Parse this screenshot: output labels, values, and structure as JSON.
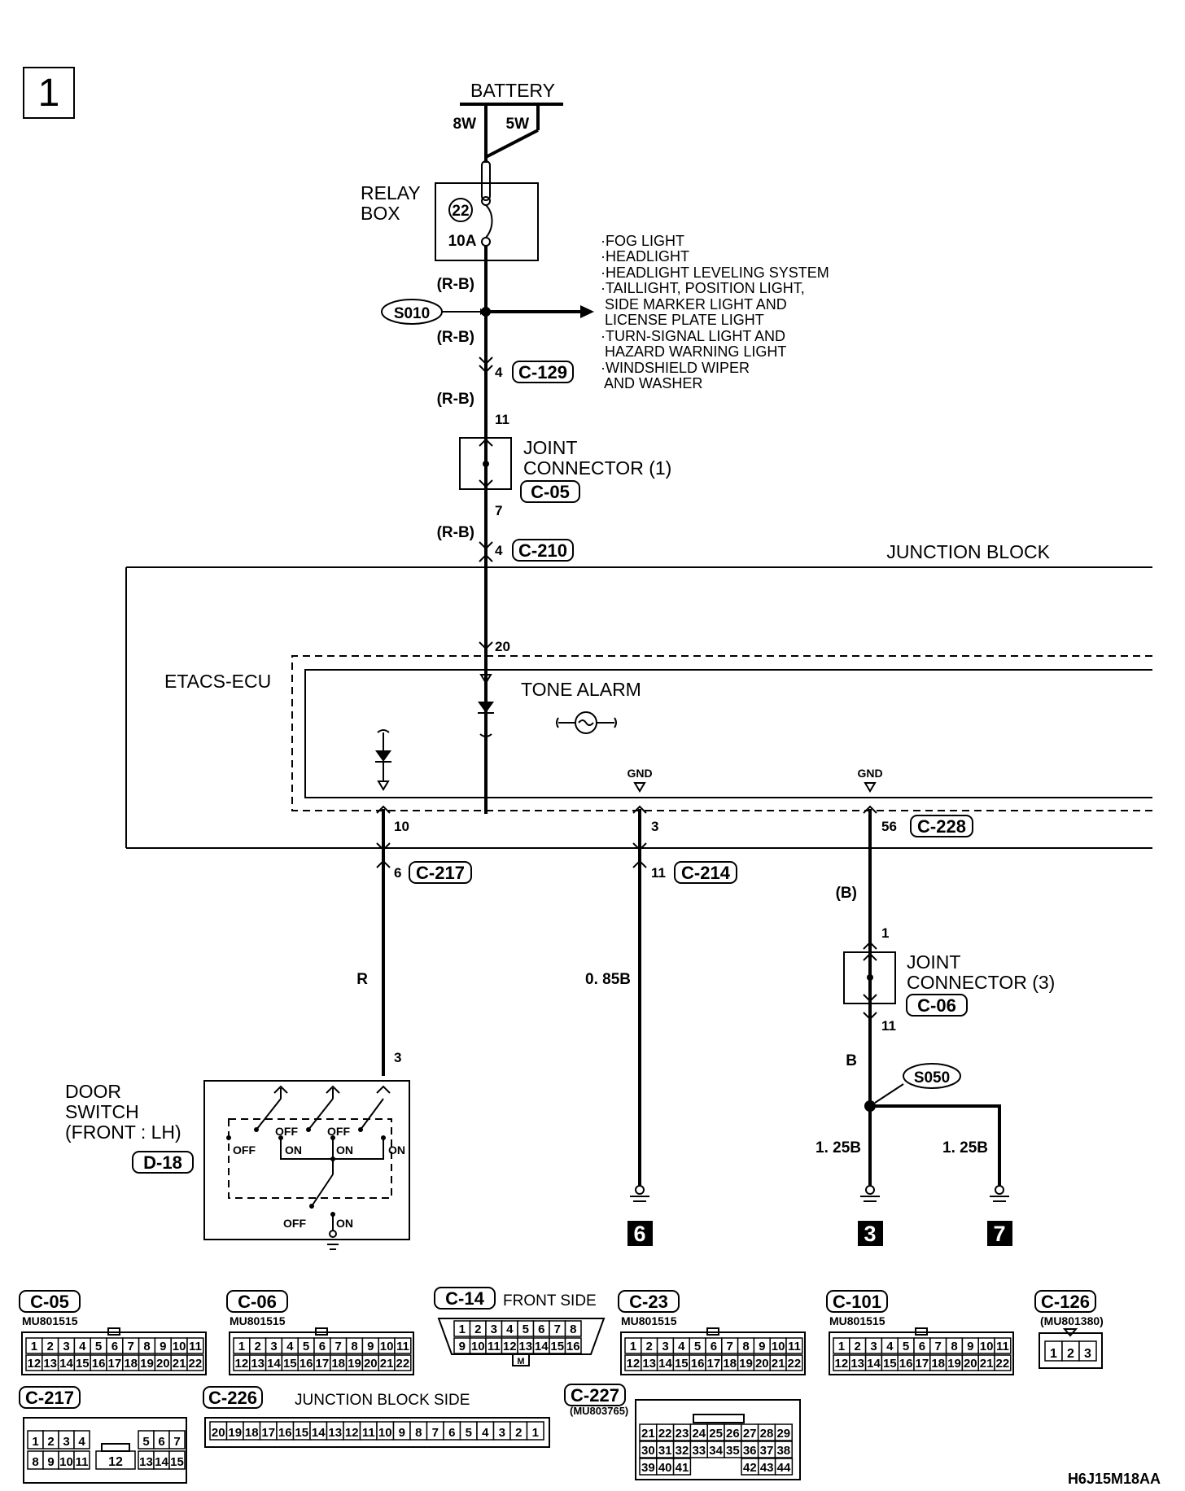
{
  "page": {
    "number": "1",
    "code": "H6J15M18AA"
  },
  "battery": {
    "label": "BATTERY",
    "wire_left": "8W",
    "wire_right": "5W"
  },
  "relay_box": {
    "label_line1": "RELAY",
    "label_line2": "BOX",
    "fuse_number": "22",
    "fuse_rating": "10A"
  },
  "wires": {
    "rb": "(R-B)",
    "r": "R",
    "b_paren": "(B)",
    "b": "B",
    "b085": "0. 85B",
    "b125": "1. 25B"
  },
  "splices": {
    "s010": "S010",
    "s050": "S050"
  },
  "branch_list": [
    "·FOG LIGHT",
    "·HEADLIGHT",
    "·HEADLIGHT LEVELING SYSTEM",
    "·TAILLIGHT, POSITION LIGHT,",
    " SIDE MARKER LIGHT AND",
    " LICENSE PLATE LIGHT",
    "·TURN-SIGNAL LIGHT AND",
    " HAZARD WARNING LIGHT",
    "·WINDSHIELD WIPER",
    " AND WASHER"
  ],
  "pins": {
    "c129_pin": "4",
    "c129": "C-129",
    "jc1_in": "11",
    "jc1_out": "7",
    "c210_pin": "4",
    "c210": "C-210",
    "ecu_in": "20",
    "p10": "10",
    "p3": "3",
    "p56": "56",
    "c228": "C-228",
    "c217_pin": "6",
    "c217": "C-217",
    "c214_pin": "11",
    "c214": "C-214",
    "jc3_in": "1",
    "jc3_out": "11",
    "door_pin": "3"
  },
  "joint_connector_1": {
    "line1": "JOINT",
    "line2": "CONNECTOR (1)",
    "code": "C-05"
  },
  "joint_connector_3": {
    "line1": "JOINT",
    "line2": "CONNECTOR (3)",
    "code": "C-06"
  },
  "junction_block": "JUNCTION BLOCK",
  "etacs": "ETACS-ECU",
  "tone_alarm": "TONE ALARM",
  "gnd": "GND",
  "door_switch": {
    "line1": "DOOR",
    "line2": "SWITCH",
    "line3": "(FRONT : LH)",
    "code": "D-18",
    "off": "OFF",
    "on": "ON"
  },
  "grounds": [
    "6",
    "3",
    "7"
  ],
  "connectors": {
    "c05": {
      "code": "C-05",
      "part": "MU801515"
    },
    "c06": {
      "code": "C-06",
      "part": "MU801515"
    },
    "c14": {
      "code": "C-14",
      "side": "FRONT SIDE"
    },
    "c23": {
      "code": "C-23",
      "part": "MU801515"
    },
    "c101": {
      "code": "C-101",
      "part": "MU801515"
    },
    "c126": {
      "code": "C-126",
      "part": "(MU801380)"
    },
    "c217": {
      "code": "C-217"
    },
    "c226": {
      "code": "C-226",
      "side": "JUNCTION BLOCK SIDE"
    },
    "c227": {
      "code": "C-227",
      "part": "(MU803765)"
    }
  },
  "pin_grids": {
    "c22_row1": [
      "1",
      "2",
      "3",
      "4",
      "5",
      "6",
      "7",
      "8",
      "9",
      "10",
      "11"
    ],
    "c22_row2": [
      "12",
      "13",
      "14",
      "15",
      "16",
      "17",
      "18",
      "19",
      "20",
      "21",
      "22"
    ],
    "c14_row1": [
      "1",
      "2",
      "3",
      "4",
      "5",
      "6",
      "7",
      "8"
    ],
    "c14_row2": [
      "9",
      "10",
      "11",
      "12",
      "13",
      "14",
      "15",
      "16"
    ],
    "c14_key": "M",
    "c126_row": [
      "1",
      "2",
      "3"
    ],
    "c217_row1a": [
      "1",
      "2",
      "3",
      "4"
    ],
    "c217_row1b": [
      "5",
      "6",
      "7"
    ],
    "c217_row2a": [
      "8",
      "9",
      "10",
      "11"
    ],
    "c217_row2mid": "12",
    "c217_row2b": [
      "13",
      "14",
      "15"
    ],
    "c226_row": [
      "20",
      "19",
      "18",
      "17",
      "16",
      "15",
      "14",
      "13",
      "12",
      "11",
      "10",
      "9",
      "8",
      "7",
      "6",
      "5",
      "4",
      "3",
      "2",
      "1"
    ],
    "c227_row1": [
      "21",
      "22",
      "23",
      "24",
      "25",
      "26",
      "27",
      "28",
      "29"
    ],
    "c227_row2": [
      "30",
      "31",
      "32",
      "33",
      "34",
      "35",
      "36",
      "37",
      "38"
    ],
    "c227_row3a": [
      "39",
      "40",
      "41"
    ],
    "c227_row3b": [
      "42",
      "43",
      "44"
    ]
  }
}
